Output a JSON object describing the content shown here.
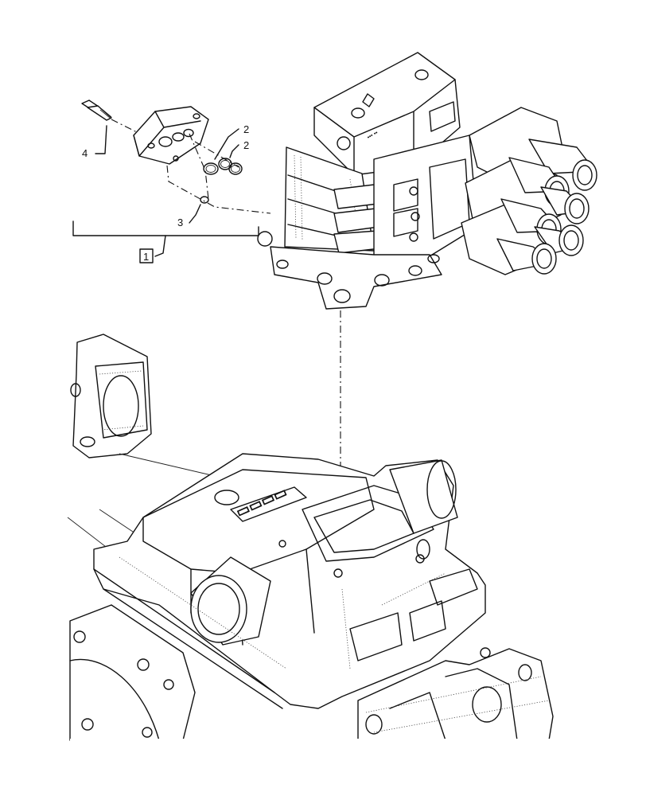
{
  "callouts": [
    {
      "id": "callout-1",
      "label": "1",
      "boxed": true
    },
    {
      "id": "callout-2a",
      "label": "2",
      "boxed": false
    },
    {
      "id": "callout-2b",
      "label": "2",
      "boxed": false
    },
    {
      "id": "callout-3",
      "label": "3",
      "boxed": false
    },
    {
      "id": "callout-4",
      "label": "4",
      "boxed": false
    }
  ],
  "parts": [
    "bolt",
    "adapter-plate",
    "o-ring-large",
    "o-ring-small",
    "control-valve-assembly",
    "rear-axle-housing"
  ]
}
